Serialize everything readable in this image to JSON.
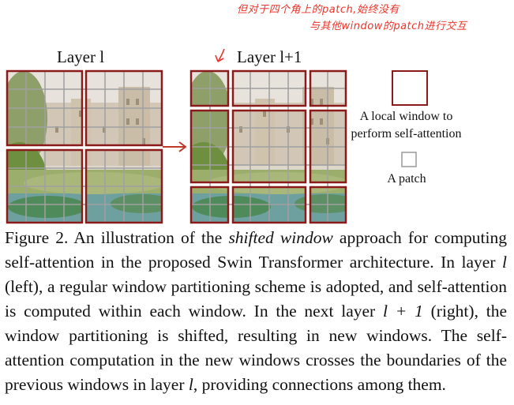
{
  "annotation": {
    "line1": "但对于四个角上的patch,始终没有",
    "line2": "与其他window的patch进行交互"
  },
  "figure": {
    "left_title": "Layer l",
    "right_title": "Layer l+1",
    "legend_window_line1": "A local window to",
    "legend_window_line2": "perform self-attention",
    "legend_patch": "A patch",
    "window_color": "#8b1a1a",
    "arrow_color": "#c0392b",
    "annotation_color": "#e8342b"
  },
  "caption": {
    "prefix": "Figure 2. An illustration of the ",
    "emph": "shifted window",
    "part2": " approach for computing self-attention in the proposed Swin Transformer architecture. In layer ",
    "var_l": "l",
    "part3": " (left), a regular window partitioning scheme is adopted, and self-attention is computed within each window. In the next layer ",
    "var_l1": "l + 1",
    "part4": " (right), the window partitioning is shifted, resulting in new windows. The self-attention computation in the new windows crosses the boundaries of the previous windows in layer ",
    "var_l2": "l",
    "part5": ", providing connections among them."
  }
}
